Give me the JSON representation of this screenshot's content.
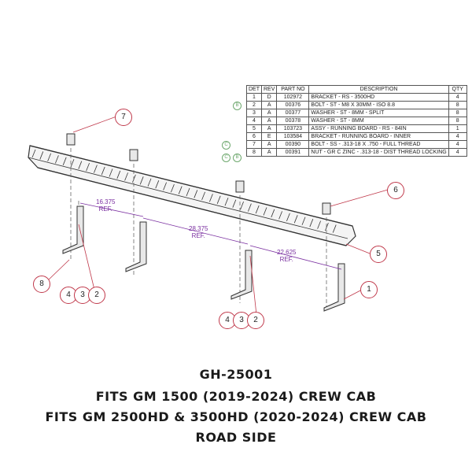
{
  "bom": {
    "headers": [
      "DET",
      "REV",
      "PART NO",
      "DESCRIPTION",
      "QTY"
    ],
    "rows": [
      {
        "det": "1",
        "rev": "D",
        "part": "102972",
        "desc": "BRACKET - RS - 3500HD",
        "qty": "4"
      },
      {
        "det": "2",
        "rev": "A",
        "part": "00376",
        "desc": "BOLT - ST - M8 X 30MM - ISO 8.8",
        "qty": "8"
      },
      {
        "det": "3",
        "rev": "A",
        "part": "00377",
        "desc": "WASHER - ST - 8MM - SPLIT",
        "qty": "8"
      },
      {
        "det": "4",
        "rev": "A",
        "part": "00378",
        "desc": "WASHER - ST - 8MM",
        "qty": "8"
      },
      {
        "det": "5",
        "rev": "A",
        "part": "103723",
        "desc": "ASSY - RUNNING BOARD - RS - 84IN",
        "qty": "1"
      },
      {
        "det": "6",
        "rev": "E",
        "part": "103584",
        "desc": "BRACKET - RUNNING BOARD - INNER",
        "qty": "4"
      },
      {
        "det": "7",
        "rev": "A",
        "part": "00390",
        "desc": "BOLT - SS - .313-18 X .750 - FULL THREAD",
        "qty": "4"
      },
      {
        "det": "8",
        "rev": "A",
        "part": "00391",
        "desc": "NUT - GR C ZINC - .313-18 - DIST THREAD LOCKING",
        "qty": "4"
      }
    ],
    "rev_marks": [
      "B",
      "C",
      "C",
      "B"
    ]
  },
  "callouts": {
    "c7": "7",
    "c6": "6",
    "c5": "5",
    "c8": "8",
    "c1": "1",
    "g1a": "4",
    "g1b": "3",
    "g1c": "2",
    "g2a": "4",
    "g2b": "3",
    "g2c": "2"
  },
  "dimensions": {
    "d1": "16.375",
    "d2": "28.375",
    "d3": "22.625",
    "ref": "REF."
  },
  "caption": {
    "line1": "GH-25001",
    "line2": "FITS GM 1500 (2019-2024) CREW CAB",
    "line3": "FITS GM 2500HD & 3500HD (2020-2024) CREW CAB",
    "line4": "ROAD SIDE"
  },
  "colors": {
    "callout": "#c0394b",
    "dimension": "#7a2fa0",
    "line": "#333333"
  }
}
